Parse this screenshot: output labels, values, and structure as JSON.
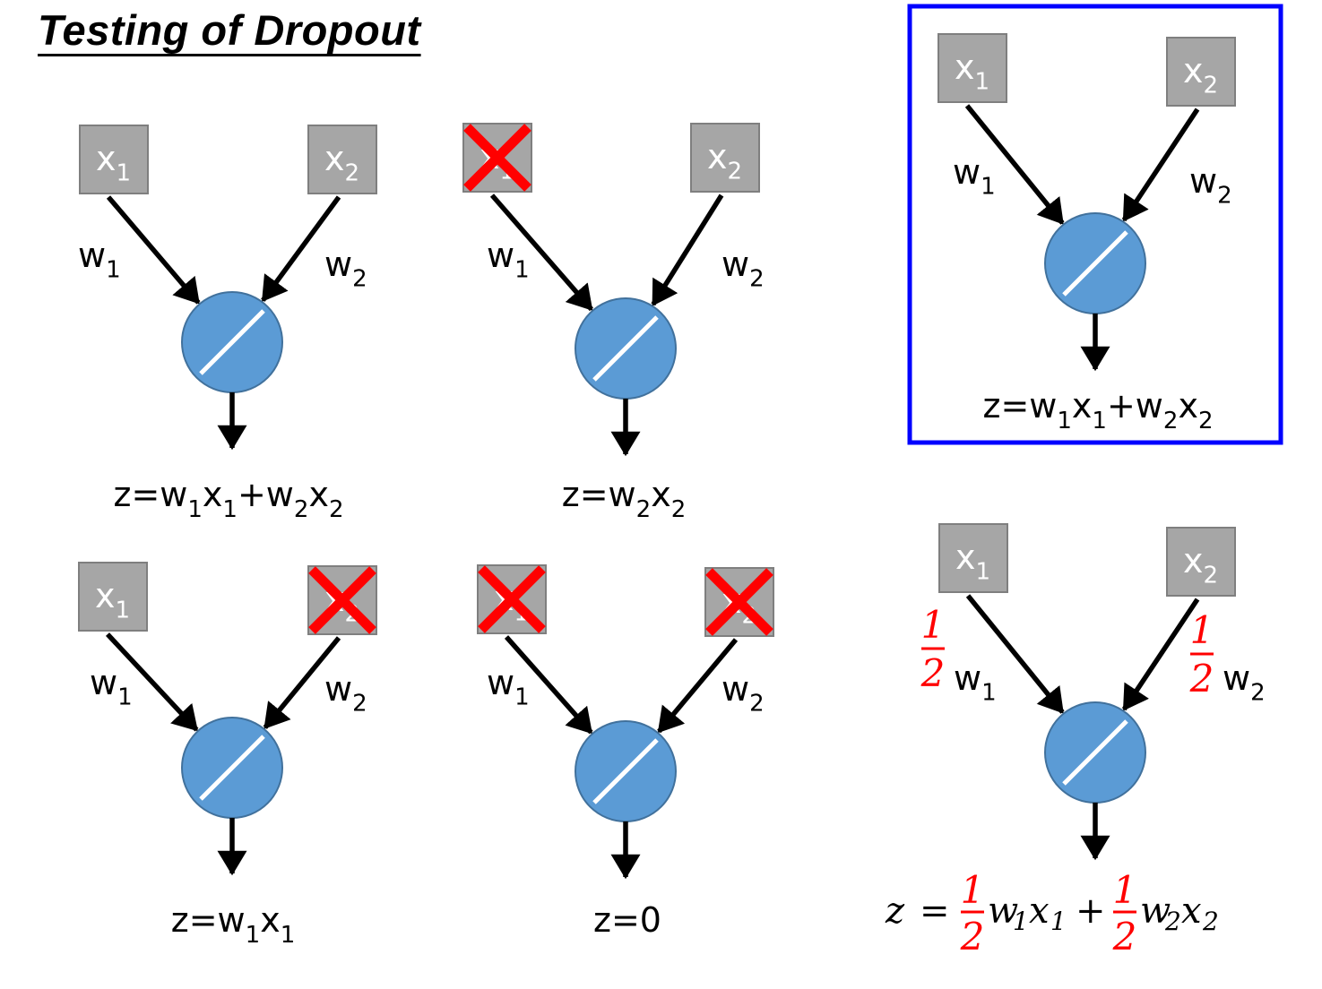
{
  "title": "Testing of Dropout",
  "colors": {
    "input_box_fill": "#a6a6a6",
    "input_box_stroke": "#7f7f7f",
    "neuron_fill": "#5b9bd5",
    "neuron_stroke": "#41719c",
    "dropout_cross": "#ff0000",
    "highlight_border": "#0000ff",
    "scale_factor": "#ff0000"
  },
  "diagrams": [
    {
      "id": "both-kept",
      "inputs": [
        {
          "var": "x",
          "sub": "1",
          "dropped": false
        },
        {
          "var": "x",
          "sub": "2",
          "dropped": false
        }
      ],
      "weights": [
        {
          "var": "w",
          "sub": "1"
        },
        {
          "var": "w",
          "sub": "2"
        }
      ],
      "output": [
        {
          "t": "z=w"
        },
        {
          "s": "1"
        },
        {
          "t": "x"
        },
        {
          "s": "1"
        },
        {
          "t": "+w"
        },
        {
          "s": "2"
        },
        {
          "t": "x"
        },
        {
          "s": "2"
        }
      ]
    },
    {
      "id": "x1-dropped",
      "inputs": [
        {
          "var": "x",
          "sub": "1",
          "dropped": true
        },
        {
          "var": "x",
          "sub": "2",
          "dropped": false
        }
      ],
      "weights": [
        {
          "var": "w",
          "sub": "1"
        },
        {
          "var": "w",
          "sub": "2"
        }
      ],
      "output": [
        {
          "t": "z=w"
        },
        {
          "s": "2"
        },
        {
          "t": "x"
        },
        {
          "s": "2"
        }
      ]
    },
    {
      "id": "x2-dropped",
      "inputs": [
        {
          "var": "x",
          "sub": "1",
          "dropped": false
        },
        {
          "var": "x",
          "sub": "2",
          "dropped": true
        }
      ],
      "weights": [
        {
          "var": "w",
          "sub": "1"
        },
        {
          "var": "w",
          "sub": "2"
        }
      ],
      "output": [
        {
          "t": "z=w"
        },
        {
          "s": "1"
        },
        {
          "t": "x"
        },
        {
          "s": "1"
        }
      ]
    },
    {
      "id": "both-dropped",
      "inputs": [
        {
          "var": "x",
          "sub": "1",
          "dropped": true
        },
        {
          "var": "x",
          "sub": "2",
          "dropped": true
        }
      ],
      "weights": [
        {
          "var": "w",
          "sub": "1"
        },
        {
          "var": "w",
          "sub": "2"
        }
      ],
      "output": [
        {
          "t": "z=0"
        }
      ]
    },
    {
      "id": "training-network-highlighted",
      "highlighted": true,
      "inputs": [
        {
          "var": "x",
          "sub": "1",
          "dropped": false
        },
        {
          "var": "x",
          "sub": "2",
          "dropped": false
        }
      ],
      "weights": [
        {
          "var": "w",
          "sub": "1"
        },
        {
          "var": "w",
          "sub": "2"
        }
      ],
      "output": [
        {
          "t": "z=w"
        },
        {
          "s": "1"
        },
        {
          "t": "x"
        },
        {
          "s": "1"
        },
        {
          "t": "+w"
        },
        {
          "s": "2"
        },
        {
          "t": "x"
        },
        {
          "s": "2"
        }
      ]
    },
    {
      "id": "testing-network-scaled",
      "inputs": [
        {
          "var": "x",
          "sub": "1",
          "dropped": false
        },
        {
          "var": "x",
          "sub": "2",
          "dropped": false
        }
      ],
      "weights": [
        {
          "var": "w",
          "sub": "1",
          "scale": {
            "num": "1",
            "den": "2"
          }
        },
        {
          "var": "w",
          "sub": "2",
          "scale": {
            "num": "1",
            "den": "2"
          }
        }
      ],
      "output_math": {
        "lhs": "z",
        "eq": "=",
        "plus": "+",
        "terms": [
          {
            "scale": {
              "num": "1",
              "den": "2"
            },
            "w": "w",
            "ws": "1",
            "x": "x",
            "xs": "1"
          },
          {
            "scale": {
              "num": "1",
              "den": "2"
            },
            "w": "w",
            "ws": "2",
            "x": "x",
            "xs": "2"
          }
        ]
      }
    }
  ]
}
